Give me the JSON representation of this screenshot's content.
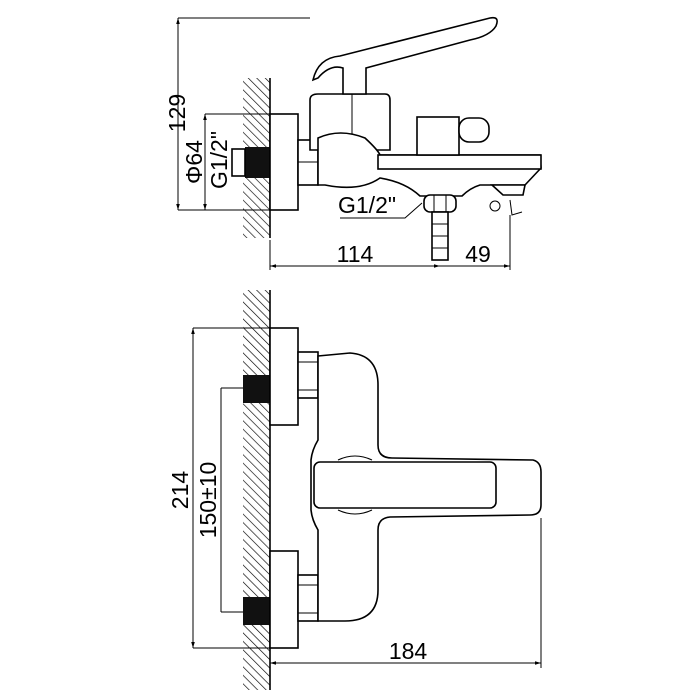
{
  "side_view": {
    "height_label": "129",
    "flange_diameter_label": "Φ64",
    "wall_thread_label": "G1/2\"",
    "outlet_thread_label": "G1/2\"",
    "depth_label": "114",
    "spout_offset_label": "49"
  },
  "front_view": {
    "flange_span_label": "214",
    "center_distance_label": "150±10",
    "projection_label": "184"
  }
}
